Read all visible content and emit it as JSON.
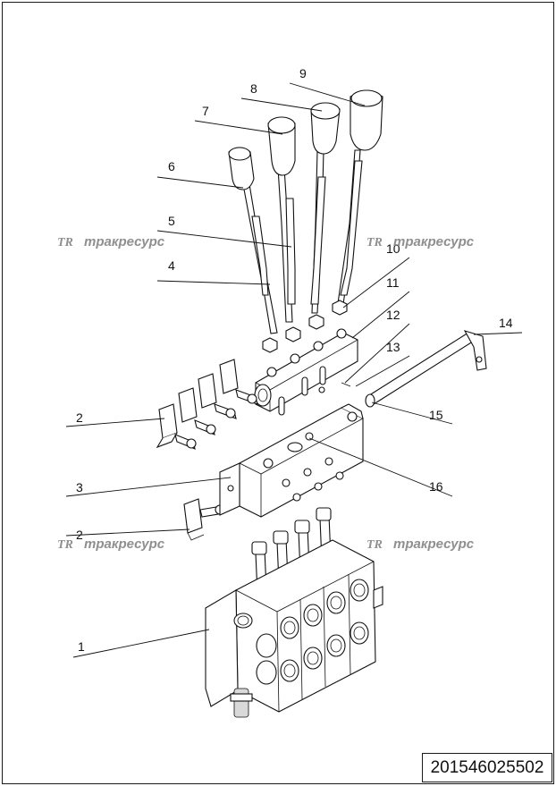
{
  "document_number": "201546025502",
  "watermark": {
    "logo": "TR",
    "text": "тракресурс"
  },
  "callouts": [
    "1",
    "2",
    "2",
    "3",
    "4",
    "5",
    "6",
    "7",
    "8",
    "9",
    "10",
    "11",
    "12",
    "13",
    "14",
    "15",
    "16"
  ]
}
